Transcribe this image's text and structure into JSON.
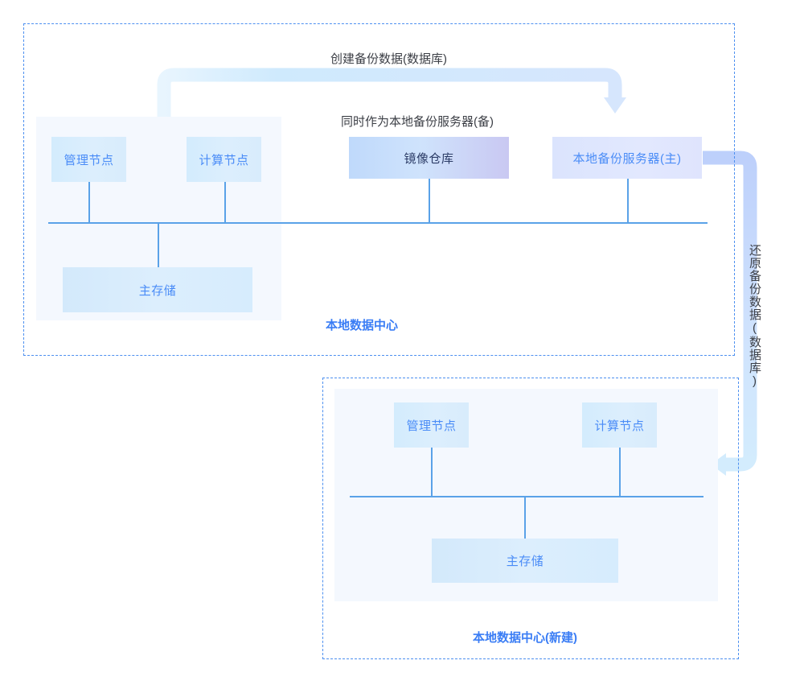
{
  "diagram": {
    "labels": {
      "create_backup": "创建备份数据(数据库)",
      "also_as_backup": "同时作为本地备份服务器(备)",
      "restore_backup": "还原备份数据(数据库)"
    },
    "regions": [
      {
        "id": "local",
        "title": "本地数据中心"
      },
      {
        "id": "new",
        "title": "本地数据中心(新建)"
      }
    ],
    "nodes": {
      "local": {
        "management": "管理节点",
        "compute": "计算节点",
        "mirror_repo": "镜像仓库",
        "backup_server": "本地备份服务器(主)",
        "primary_storage": "主存储"
      },
      "new": {
        "management": "管理节点",
        "compute": "计算节点",
        "primary_storage": "主存储"
      }
    },
    "colors": {
      "region_border": "#4d90f0",
      "panel_bg": "#f4f8fe",
      "bus_line": "#5aa2e8",
      "node_text": "#4a8cf7",
      "mirror_text": "#2b3b66",
      "title_text": "#3a7df5",
      "caption_text": "#3c3f46",
      "arrow_top": "#cfeafd",
      "arrow_right": "#c3d6fc"
    }
  }
}
